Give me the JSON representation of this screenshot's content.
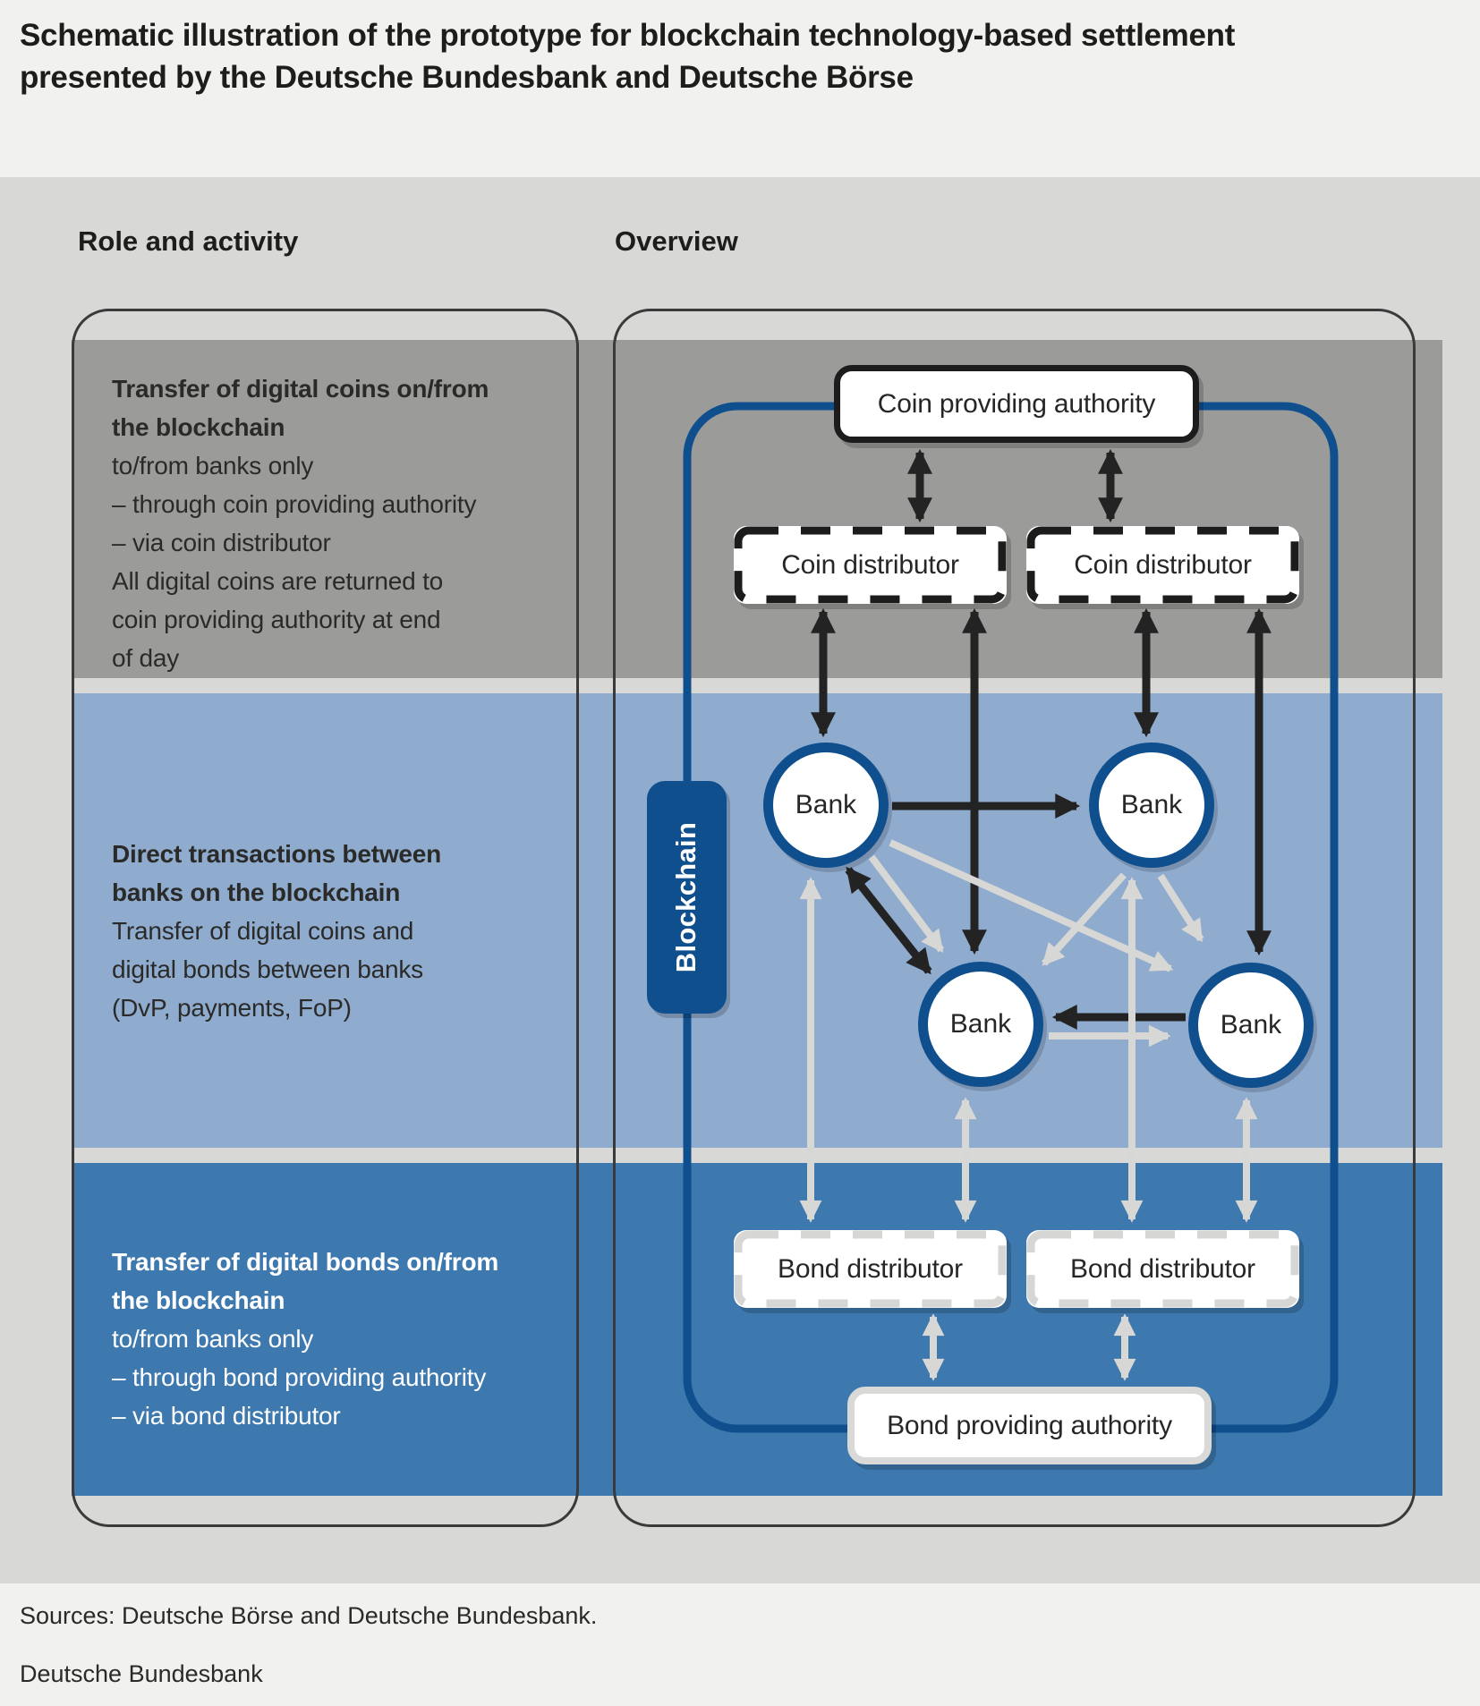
{
  "title_lines": [
    "Schematic illustration of the prototype for blockchain technology-based settlement",
    "presented by the Deutsche Bundesbank and Deutsche Börse"
  ],
  "section_headers": {
    "left": "Role and activity",
    "right": "Overview"
  },
  "roles": [
    {
      "bold_lines": [
        "Transfer of digital coins on/from",
        "the blockchain"
      ],
      "lines": [
        "to/from banks only",
        "– through coin providing authority",
        "– via coin distributor",
        "All digital coins are returned to",
        "coin providing authority at end",
        "of day"
      ]
    },
    {
      "bold_lines": [
        "Direct transactions between",
        "banks on the blockchain"
      ],
      "lines": [
        "Transfer of digital coins and",
        "digital bonds between banks",
        "(DvP, payments, FoP)"
      ]
    },
    {
      "bold_lines": [
        "Transfer of digital bonds on/from",
        "the blockchain"
      ],
      "lines": [
        "to/from banks only",
        "– through bond providing authority",
        "– via bond distributor"
      ]
    }
  ],
  "diagram": {
    "blockchain_label": "Blockchain",
    "coin_providing_authority": "Coin providing authority",
    "coin_distributor_left": "Coin distributor",
    "coin_distributor_right": "Coin distributor",
    "bank_top_left": "Bank",
    "bank_top_right": "Bank",
    "bank_bottom_left": "Bank",
    "bank_bottom_right": "Bank",
    "bond_distributor_left": "Bond distributor",
    "bond_distributor_right": "Bond distributor",
    "bond_providing_authority": "Bond providing authority"
  },
  "footer": {
    "sources": "Sources: Deutsche Börse and Deutsche Bundesbank.",
    "publisher": "Deutsche Bundesbank"
  },
  "colors": {
    "page_bg": "#f1f1ef",
    "panel_bg": "#d8d8d7",
    "band_gray": "#9b9b9a",
    "band_light_blue": "#8fabce",
    "band_dark_blue": "#3d78ae",
    "brand_dark_blue": "#0f4f8d",
    "arrow_black": "#232323",
    "arrow_gray": "#d7d7d6",
    "container_border": "#3a3a3a",
    "text_dark": "#1d1d1b",
    "text_white": "#ffffff"
  }
}
